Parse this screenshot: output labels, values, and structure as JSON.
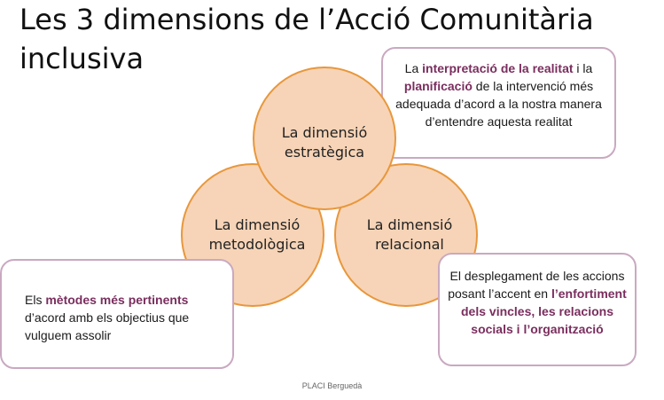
{
  "title": {
    "line1_part1": "Les 3 dimensions",
    "line1_part2": " de l’Acció Comunitària",
    "line2": "inclusiva"
  },
  "circles": {
    "top": {
      "line1": "La dimensió",
      "line2": "estratègica"
    },
    "left": {
      "line1": "La dimensió",
      "line2": "metodològica"
    },
    "right": {
      "line1": "La dimensió",
      "line2": "relacional"
    }
  },
  "boxes": {
    "top": {
      "t1": "La ",
      "h1": "interpretació de la realitat",
      "t2": " i la ",
      "h2": "planificació",
      "t3": " de la intervenció més adequada d’acord a la nostra manera d’entendre aquesta realitat"
    },
    "left": {
      "t1": "Els ",
      "h1": "mètodes més pertinents",
      "t2": " d’acord amb els objectius que vulguem assolir"
    },
    "right": {
      "t1": "El desplegament de les accions posant l’accent en ",
      "h1": "l’enfortiment dels vincles, les relacions socials i l’organització"
    }
  },
  "footer": "PLACI Berguedà",
  "colors": {
    "circle_fill": "#f7d4b7",
    "circle_border": "#e8973c",
    "box_border": "#c9a9c0",
    "highlight": "#7a2e5e"
  }
}
